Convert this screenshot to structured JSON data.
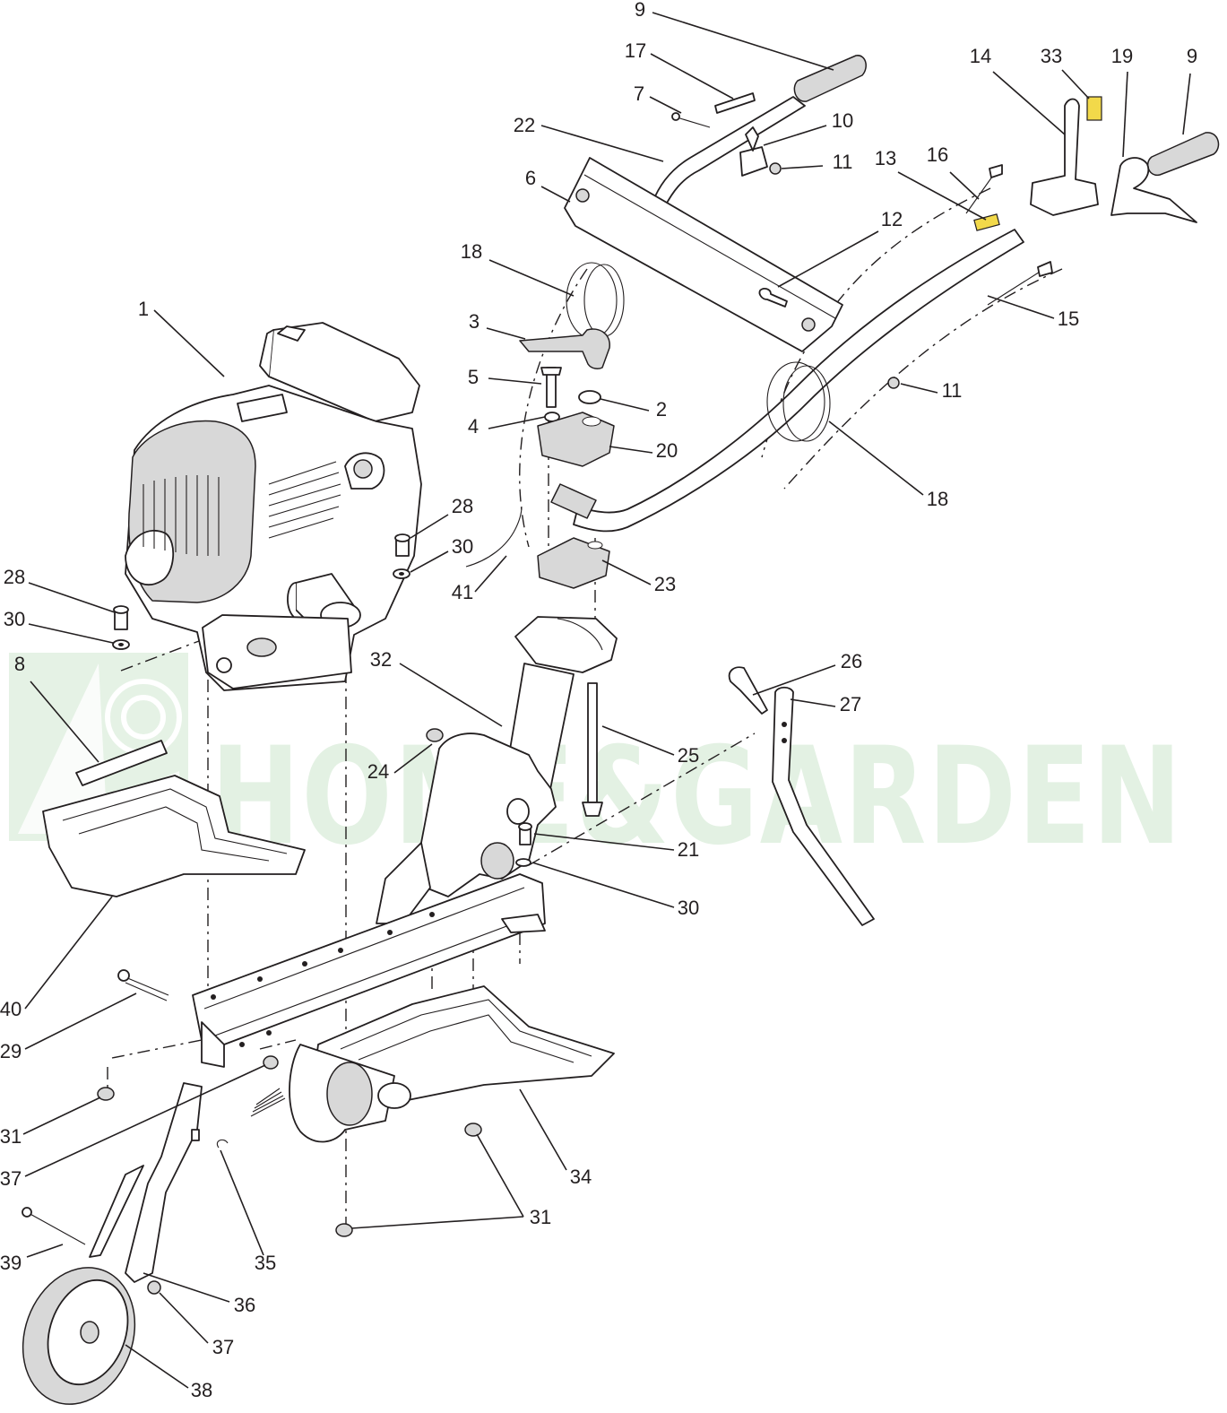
{
  "watermark": {
    "text": "HOME&GARDEN",
    "color": "#e3f1e3",
    "logo": "home-garden-leaf-logo"
  },
  "callouts": [
    "1",
    "2",
    "3",
    "4",
    "5",
    "6",
    "7",
    "8",
    "9",
    "10",
    "11",
    "12",
    "13",
    "14",
    "15",
    "16",
    "17",
    "18",
    "19",
    "20",
    "21",
    "22",
    "23",
    "24",
    "25",
    "26",
    "27",
    "28",
    "29",
    "30",
    "31",
    "32",
    "33",
    "34",
    "35",
    "36",
    "37",
    "38",
    "39",
    "40",
    "41"
  ],
  "colors": {
    "line": "#231f20",
    "highlight": "#f2d94a",
    "watermark": "#e3f1e3"
  }
}
